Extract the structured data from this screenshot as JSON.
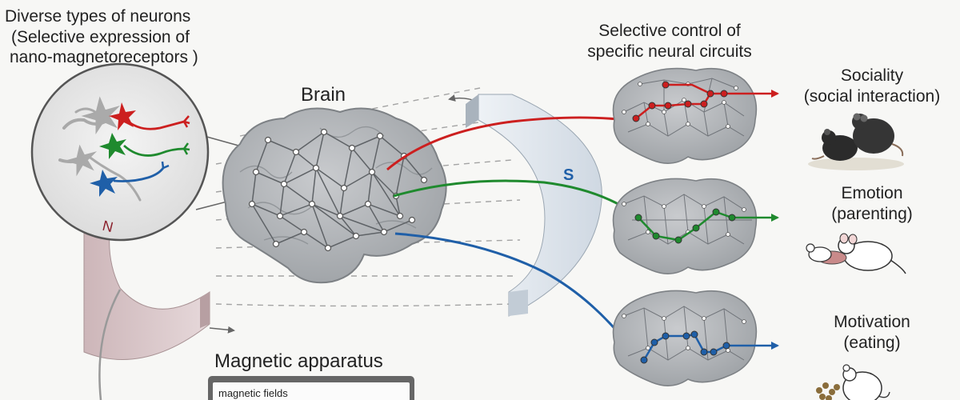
{
  "labels": {
    "neuron_title_1": "Diverse types of neurons",
    "neuron_title_2": "(Selective expression of",
    "neuron_title_3": "nano-magnetoreceptors )",
    "brain": "Brain",
    "control_1": "Selective control of",
    "control_2": "specific neural circuits",
    "pole_n": "N",
    "pole_s": "S",
    "apparatus": "Magnetic apparatus",
    "apparatus_sub": "magnetic fields"
  },
  "outcomes": [
    {
      "line1": "Sociality",
      "line2": "(social interaction)"
    },
    {
      "line1": "Emotion",
      "line2": "(parenting)"
    },
    {
      "line1": "Motivation",
      "line2": "(eating)"
    }
  ],
  "colors": {
    "red": "#cc1f1f",
    "green": "#1f8a2e",
    "blue": "#1f5fa8",
    "brain_fill": "#b9bcbf",
    "magnet_n": "#d9c6c8",
    "magnet_s": "#dfe6ee"
  }
}
